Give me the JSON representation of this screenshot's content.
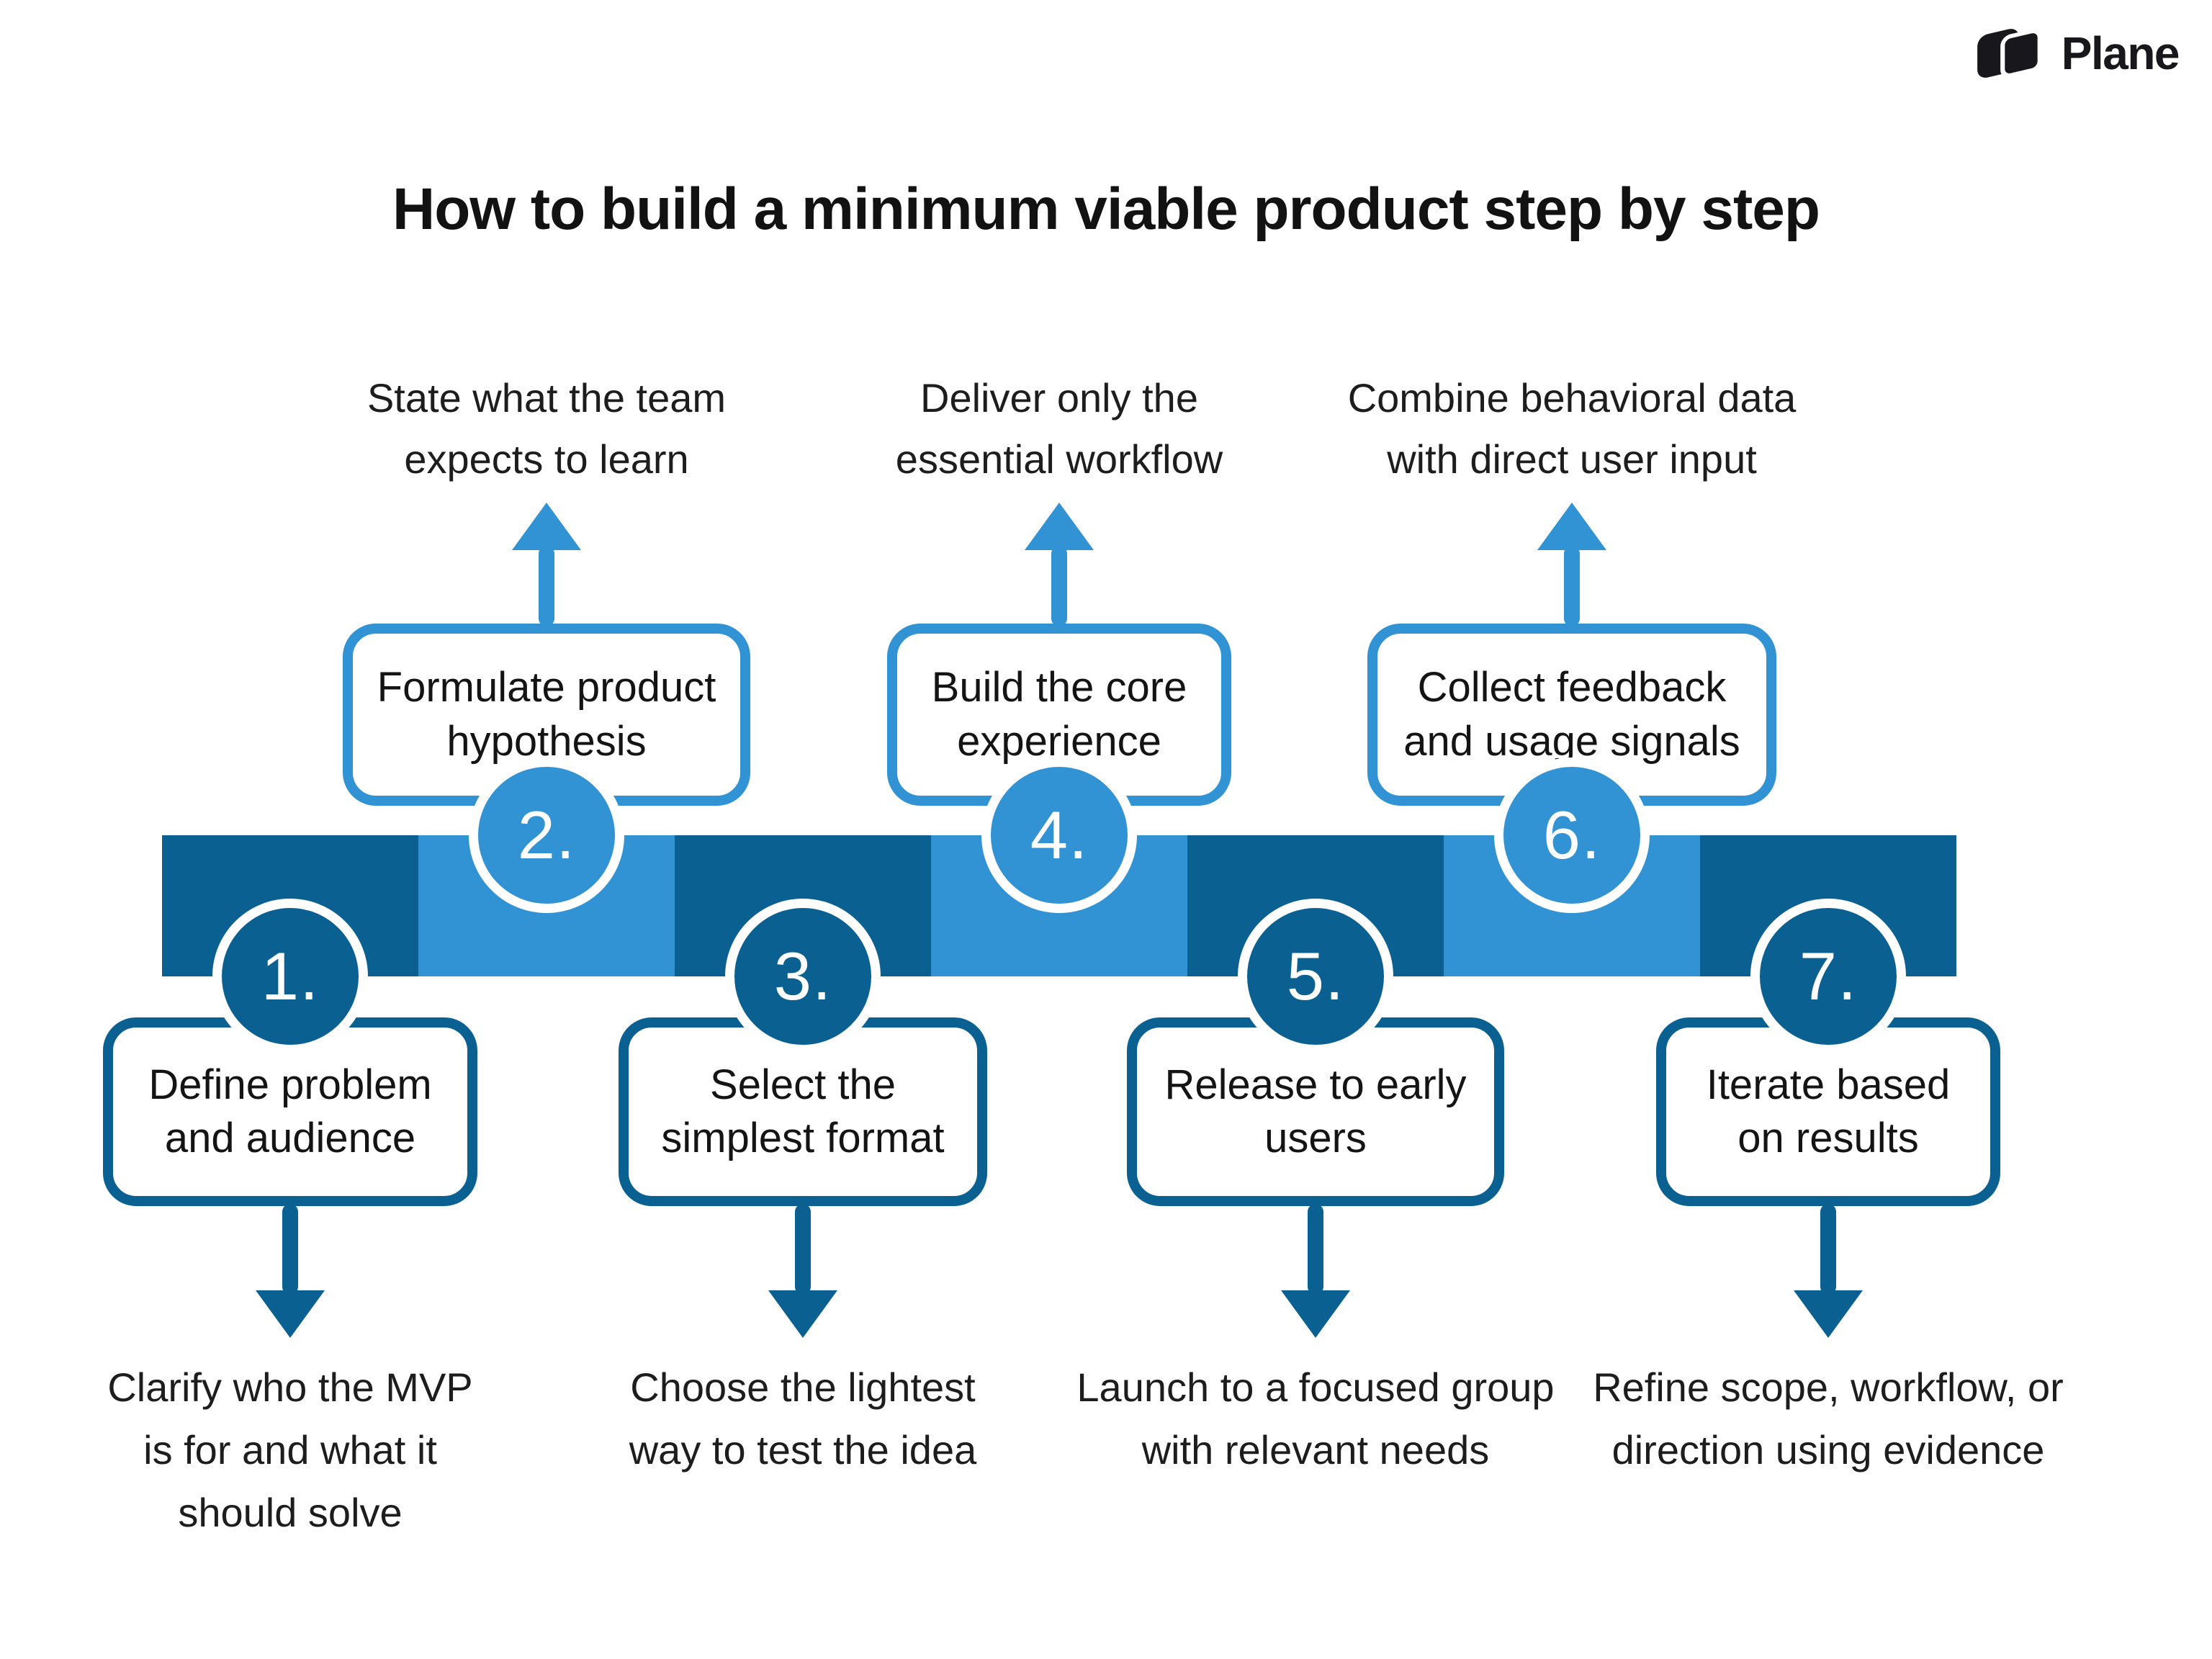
{
  "brand": {
    "name": "Plane"
  },
  "title": "How to build a minimum viable product step by step",
  "colors": {
    "dark_blue": "#0a6191",
    "light_blue": "#3193d3",
    "text": "#1b1b1b",
    "background": "#ffffff"
  },
  "timeline": {
    "segment_colors": [
      "dark",
      "light",
      "dark",
      "light",
      "dark",
      "light",
      "dark"
    ]
  },
  "steps": [
    {
      "number": "1.",
      "label": "Define problem\nand audience",
      "description": "Clarify who the MVP\nis for and what it\nshould solve",
      "position": "below",
      "tone": "dark"
    },
    {
      "number": "2.",
      "label": "Formulate product\nhypothesis",
      "description": "State what the team\nexpects to learn",
      "position": "above",
      "tone": "light"
    },
    {
      "number": "3.",
      "label": "Select the\nsimplest format",
      "description": "Choose the lightest\nway to test the idea",
      "position": "below",
      "tone": "dark"
    },
    {
      "number": "4.",
      "label": "Build the core\nexperience",
      "description": "Deliver only the\nessential workflow",
      "position": "above",
      "tone": "light"
    },
    {
      "number": "5.",
      "label": "Release to early\nusers",
      "description": "Launch to a focused group\nwith relevant needs",
      "position": "below",
      "tone": "dark"
    },
    {
      "number": "6.",
      "label": "Collect feedback\nand usage signals",
      "description": "Combine behavioral data\nwith direct user input",
      "position": "above",
      "tone": "light"
    },
    {
      "number": "7.",
      "label": "Iterate based\non results",
      "description": "Refine scope, workflow, or\ndirection using evidence",
      "position": "below",
      "tone": "dark"
    }
  ]
}
